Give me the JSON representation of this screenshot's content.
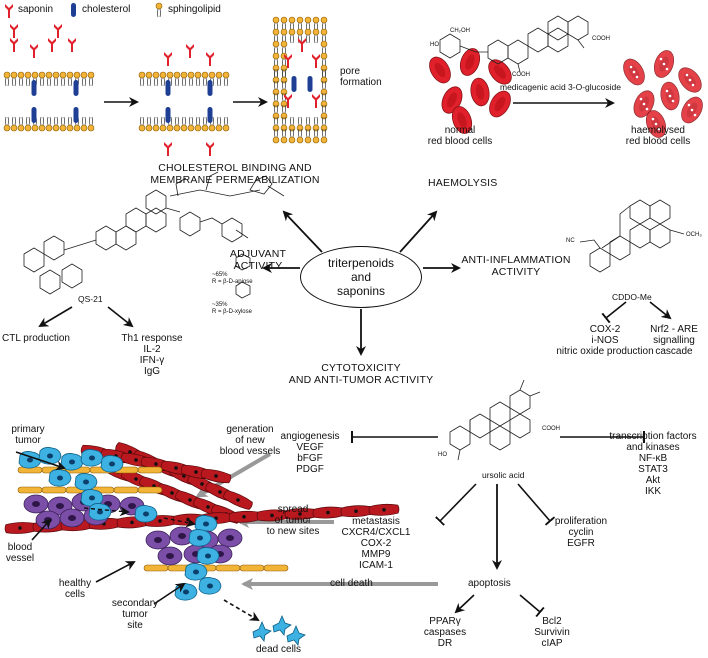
{
  "colors": {
    "saponin": "#e0202a",
    "cholesterol": "#1f3f95",
    "lipid_head": "#f2b437",
    "rbc": "#e0202a",
    "vessel": "#b9181e",
    "tumor": "#3cb1e2",
    "healthy": "#7b4fa8",
    "stroma": "#f2b437",
    "gray_arrow": "#999999"
  },
  "legend": {
    "saponin": "saponin",
    "cholesterol": "cholesterol",
    "sphingolipid": "sphingolipid"
  },
  "membrane": {
    "pore_label": "pore\nformation"
  },
  "haemolysis": {
    "compound": "medicagenic acid 3-O-glucoside",
    "normal": "normal\nred blood cells",
    "haemolysed": "haemolysed\nred blood cells",
    "chem": {
      "oh": "HO",
      "ch2oh": "CH₂OH",
      "cooh": "COOH"
    }
  },
  "hub": "triterpenoids\nand\nsaponins",
  "activities": {
    "membrane": "CHOLESTEROL BINDING AND\nMEMBRANE PERMEABILIZATION",
    "haemolysis": "HAEMOLYSIS",
    "adjuvant": "ADJUVANT\nACTIVITY",
    "antiinflammation": "ANTI-INFLAMMATION\nACTIVITY",
    "cytotoxicity": "CYTOTOXICITY\nAND ANTI-TUMOR ACTIVITY"
  },
  "qs21": {
    "name": "QS-21",
    "apiose": "~65%\nR = β-D-apiose",
    "xylose": "~35%\nR = β-D-xylose",
    "ctl": "CTL production",
    "th1": "Th1 response\nIL-2\nIFN-γ\nIgG"
  },
  "cddo": {
    "name": "CDDO-Me",
    "och3": "OCH₃",
    "nc": "NC",
    "cox": "COX-2\ni-NOS\nnitric oxide production",
    "nrf2": "Nrf2 - ARE\nsignalling\ncascade"
  },
  "ursolic": {
    "name": "ursolic acid",
    "cooh": "COOH",
    "ho": "HO",
    "angio": "angiogenesis\nVEGF\nbFGF\nPDGF",
    "tf": "transcription factors\nand kinases\nNF-κB\nSTAT3\nAkt\nIKK",
    "metastasis": "metastasis\nCXCR4/CXCL1\nCOX-2\nMMP9\nICAM-1",
    "prolif": "proliferation\ncyclin\nEGFR",
    "apoptosis": "apoptosis",
    "ppar": "PPARγ\ncaspases\nDR",
    "bcl2": "Bcl2\nSurvivin\ncIAP"
  },
  "tumor_panel": {
    "primary": "primary\ntumor",
    "generation": "generation\nof new\nblood vessels",
    "vessel": "blood\nvessel",
    "spread": "spread\nof tumor\nto new sites",
    "healthy": "healthy\ncells",
    "death": "cell death",
    "secondary": "secondary\ntumor\nsite",
    "dead": "dead cells"
  }
}
